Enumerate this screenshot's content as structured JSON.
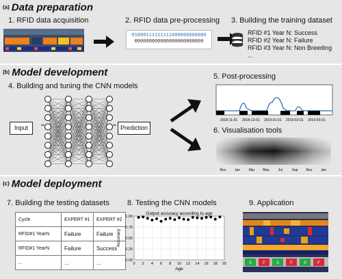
{
  "panel_a": {
    "tag": "(a)",
    "title": "Data preparation",
    "step1": "1. RFID data acquisition",
    "step2": "2. RFID data pre-processing",
    "step3": "3. Building the training dataset",
    "binary_row1": "01000111111111000000000000",
    "binary_row2": "000000000000000000000000",
    "dataset_lines": [
      "RFID #1 Year N: Success",
      "RFID #2 Year N: Failure",
      "RFID #3 Year N: Non Breeding",
      "..."
    ]
  },
  "panel_b": {
    "tag": "(b)",
    "title": "Model development",
    "step4": "4. Building and tuning the CNN models",
    "input_label": "Input",
    "prediction_label": "Prediction",
    "step5": "5. Post-processing",
    "post_ticks": [
      "2018-11-01",
      "2018-12-01",
      "2019-01-01",
      "2019-02-01",
      "2019-03-01"
    ],
    "step6": "6. Visualisation tools",
    "vis_ticks": [
      "Nov",
      "Jan",
      "Mar",
      "May",
      "Jul",
      "Sep",
      "Nov",
      "Jan"
    ]
  },
  "panel_c": {
    "tag": "(c)",
    "title": "Model deployment",
    "step7": "7. Building the testing datasets",
    "table": {
      "header": [
        "Cycle",
        "EXPERT #1",
        "EXPERT #2"
      ],
      "rows": [
        [
          "RFID#1 YearN",
          "Failure",
          "Failure"
        ],
        [
          "RFID#1 YearN",
          "Failure",
          "Success"
        ],
        [
          "...",
          "...",
          "..."
        ]
      ]
    },
    "step8": "8. Testing the CNN models",
    "step9": "9. Application",
    "app_labels": [
      "S",
      "F",
      "S",
      "F",
      "S",
      "F"
    ]
  },
  "chart_data": {
    "type": "scatter",
    "title": "Output accuracy according to age",
    "xlabel": "Age",
    "ylabel": "Accuracy",
    "xlim": [
      0,
      20
    ],
    "ylim": [
      0.0,
      1.0
    ],
    "xticks": [
      0,
      2,
      4,
      6,
      8,
      10,
      12,
      14,
      16,
      18,
      20
    ],
    "yticks": [
      "0.00",
      "0.25",
      "0.50",
      "0.75",
      "1.00"
    ],
    "x": [
      1,
      2,
      3,
      4,
      5,
      6,
      7,
      8,
      9,
      10,
      11,
      12,
      13,
      14,
      15,
      16,
      17,
      18,
      19
    ],
    "y": [
      0.97,
      0.98,
      0.95,
      0.91,
      0.94,
      0.88,
      0.93,
      0.95,
      0.92,
      0.96,
      0.93,
      0.92,
      0.97,
      0.96,
      0.95,
      0.97,
      0.98,
      0.93,
      0.98
    ],
    "grid": true,
    "colors": {
      "points": "#000000"
    }
  }
}
